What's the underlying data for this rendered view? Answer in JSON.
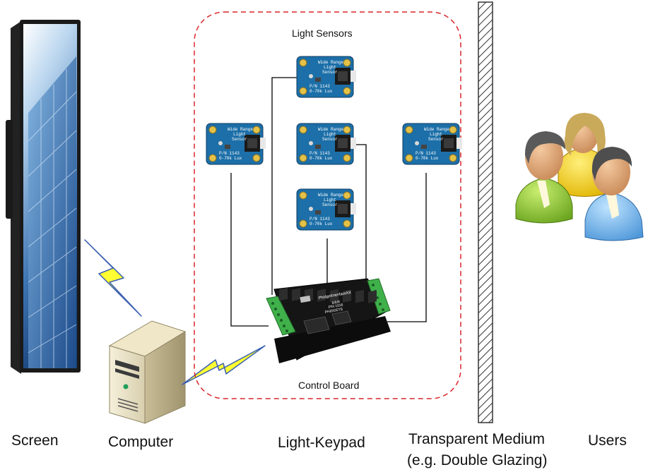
{
  "labels": {
    "screen": "Screen",
    "computer": "Computer",
    "light_keypad": "Light-Keypad",
    "transparent_medium_line1": "Transparent Medium",
    "transparent_medium_line2": "(e.g. Double Glazing)",
    "users": "Users",
    "light_sensors": "Light Sensors",
    "control_board": "Control Board"
  },
  "sensor_text": {
    "line1": "Wide Range",
    "line2": "Light",
    "line3": "Sensor",
    "part": "P/N 1143",
    "range": "0-70k Lux"
  },
  "board_text": {
    "brand": "PhidgetInterfaceKit",
    "model": "8/8/8",
    "part": "P/N 1018",
    "maker": "PHIDGETS"
  },
  "colors": {
    "dashed_border": "#d9252a",
    "sensor_pcb": "#1c6fa8",
    "board_pcb": "#1a1a1a",
    "terminal_green": "#3fb04a",
    "lightning_fill": "#ffff33",
    "lightning_stroke": "#3a5fb0",
    "wire": "#000000"
  }
}
